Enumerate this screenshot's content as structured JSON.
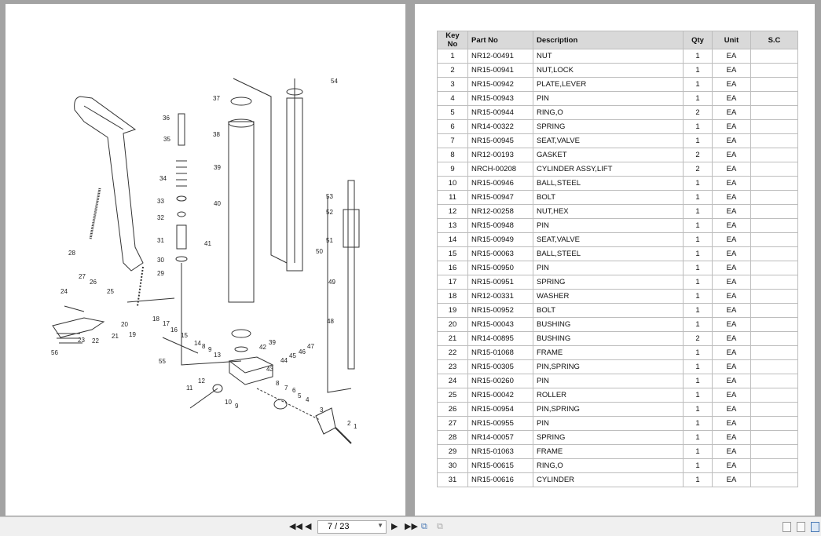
{
  "diagram": {
    "callouts": [
      "54",
      "37",
      "36",
      "35",
      "38",
      "39",
      "34",
      "40",
      "53",
      "52",
      "33",
      "32",
      "51",
      "31",
      "41",
      "28",
      "50",
      "30",
      "29",
      "27",
      "26",
      "49",
      "24",
      "25",
      "48",
      "20",
      "18",
      "17",
      "19",
      "16",
      "15",
      "21",
      "22",
      "23",
      "14",
      "8",
      "9",
      "39",
      "47",
      "42",
      "46",
      "13",
      "45",
      "56",
      "44",
      "55",
      "43",
      "12",
      "8",
      "7",
      "6",
      "11",
      "5",
      "4",
      "10",
      "9",
      "3",
      "2",
      "1"
    ]
  },
  "table": {
    "headers": [
      "Key No",
      "Part No",
      "Description",
      "Qty",
      "Unit",
      "S.C"
    ],
    "rows": [
      [
        "1",
        "NR12-00491",
        "NUT",
        "1",
        "EA",
        ""
      ],
      [
        "2",
        "NR15-00941",
        "NUT,LOCK",
        "1",
        "EA",
        ""
      ],
      [
        "3",
        "NR15-00942",
        "PLATE,LEVER",
        "1",
        "EA",
        ""
      ],
      [
        "4",
        "NR15-00943",
        "PIN",
        "1",
        "EA",
        ""
      ],
      [
        "5",
        "NR15-00944",
        "RING,O",
        "2",
        "EA",
        ""
      ],
      [
        "6",
        "NR14-00322",
        "SPRING",
        "1",
        "EA",
        ""
      ],
      [
        "7",
        "NR15-00945",
        "SEAT,VALVE",
        "1",
        "EA",
        ""
      ],
      [
        "8",
        "NR12-00193",
        "GASKET",
        "2",
        "EA",
        ""
      ],
      [
        "9",
        "NRCH-00208",
        "CYLINDER ASSY,LIFT",
        "2",
        "EA",
        ""
      ],
      [
        "10",
        "NR15-00946",
        "BALL,STEEL",
        "1",
        "EA",
        ""
      ],
      [
        "11",
        "NR15-00947",
        "BOLT",
        "1",
        "EA",
        ""
      ],
      [
        "12",
        "NR12-00258",
        "NUT,HEX",
        "1",
        "EA",
        ""
      ],
      [
        "13",
        "NR15-00948",
        "PIN",
        "1",
        "EA",
        ""
      ],
      [
        "14",
        "NR15-00949",
        "SEAT,VALVE",
        "1",
        "EA",
        ""
      ],
      [
        "15",
        "NR15-00063",
        "BALL,STEEL",
        "1",
        "EA",
        ""
      ],
      [
        "16",
        "NR15-00950",
        "PIN",
        "1",
        "EA",
        ""
      ],
      [
        "17",
        "NR15-00951",
        "SPRING",
        "1",
        "EA",
        ""
      ],
      [
        "18",
        "NR12-00331",
        "WASHER",
        "1",
        "EA",
        ""
      ],
      [
        "19",
        "NR15-00952",
        "BOLT",
        "1",
        "EA",
        ""
      ],
      [
        "20",
        "NR15-00043",
        "BUSHING",
        "1",
        "EA",
        ""
      ],
      [
        "21",
        "NR14-00895",
        "BUSHING",
        "2",
        "EA",
        ""
      ],
      [
        "22",
        "NR15-01068",
        "FRAME",
        "1",
        "EA",
        ""
      ],
      [
        "23",
        "NR15-00305",
        "PIN,SPRING",
        "1",
        "EA",
        ""
      ],
      [
        "24",
        "NR15-00260",
        "PIN",
        "1",
        "EA",
        ""
      ],
      [
        "25",
        "NR15-00042",
        "ROLLER",
        "1",
        "EA",
        ""
      ],
      [
        "26",
        "NR15-00954",
        "PIN,SPRING",
        "1",
        "EA",
        ""
      ],
      [
        "27",
        "NR15-00955",
        "PIN",
        "1",
        "EA",
        ""
      ],
      [
        "28",
        "NR14-00057",
        "SPRING",
        "1",
        "EA",
        ""
      ],
      [
        "29",
        "NR15-01063",
        "FRAME",
        "1",
        "EA",
        ""
      ],
      [
        "30",
        "NR15-00615",
        "RING,O",
        "1",
        "EA",
        ""
      ],
      [
        "31",
        "NR15-00616",
        "CYLINDER",
        "1",
        "EA",
        ""
      ]
    ]
  },
  "toolbar": {
    "page_indicator": "7 / 23",
    "icons": [
      "first-page-icon",
      "prev-page-icon",
      "next-page-icon",
      "last-page-icon",
      "rotate-icon",
      "copy-icon",
      "single-page-icon",
      "continuous-icon",
      "two-page-icon"
    ]
  }
}
